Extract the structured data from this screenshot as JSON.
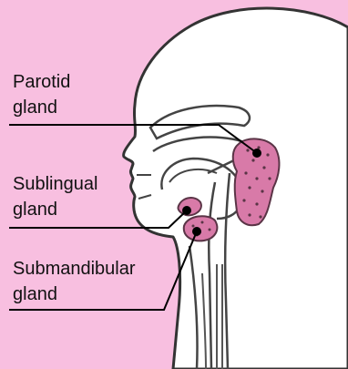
{
  "colors": {
    "background": "#f8bfe0",
    "head_fill": "#ffffff",
    "outline": "#333333",
    "gland_fill": "#d87aa8",
    "gland_speckle": "#5a3446",
    "leader_line": "#000000"
  },
  "labels": {
    "parotid": [
      "Parotid",
      "gland"
    ],
    "sublingual": [
      "Sublingual",
      "gland"
    ],
    "submandibular": [
      "Submandibular",
      "gland"
    ]
  }
}
